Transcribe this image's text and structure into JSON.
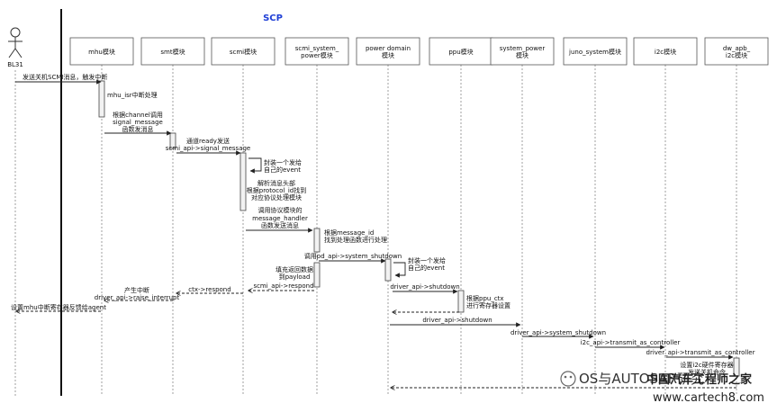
{
  "diagram": {
    "title": "SCP",
    "actor": {
      "label": "BL31"
    },
    "participants": [
      {
        "id": "mhu",
        "lines": [
          "mhu模块"
        ]
      },
      {
        "id": "smt",
        "lines": [
          "smt模块"
        ]
      },
      {
        "id": "scmi",
        "lines": [
          "scmi模块"
        ]
      },
      {
        "id": "scmi_power",
        "lines": [
          "scmi_system_",
          "power模块"
        ]
      },
      {
        "id": "power_domain",
        "lines": [
          "power domain",
          "模块"
        ]
      },
      {
        "id": "ppu",
        "lines": [
          "ppu模块"
        ]
      },
      {
        "id": "system_power",
        "lines": [
          "system_power",
          "模块"
        ]
      },
      {
        "id": "juno_system",
        "lines": [
          "juno_system模块"
        ]
      },
      {
        "id": "i2c",
        "lines": [
          "i2c模块"
        ]
      },
      {
        "id": "dw_apb",
        "lines": [
          "dw_apb_",
          "i2c模块"
        ]
      }
    ],
    "messages": [
      {
        "lines": [
          "发送关机SCMI消息，触发中断"
        ]
      },
      {
        "lines": [
          "mhu_isr中断处理"
        ]
      },
      {
        "lines": [
          "根据channel调用",
          "signal_message",
          "函数发消息"
        ]
      },
      {
        "lines": [
          "通道ready发送",
          "scmi_api->signal_message"
        ]
      },
      {
        "lines": [
          "封装一个发给",
          "自己的event"
        ]
      },
      {
        "lines": [
          "解析消息头部",
          "根据protocol_id找到",
          "对应协议处理模块"
        ]
      },
      {
        "lines": [
          "调用协议模块的",
          "message_handler",
          "函数发送消息"
        ]
      },
      {
        "lines": [
          "根据message_id",
          "找到处理函数进行处理"
        ]
      },
      {
        "lines": [
          "调用pd_api->system_shutdown"
        ]
      },
      {
        "lines": [
          "封装一个发给",
          "自己的event"
        ]
      },
      {
        "lines": [
          "填充返回数据",
          "到payload"
        ]
      },
      {
        "lines": [
          "scmi_api->respond"
        ]
      },
      {
        "lines": [
          "driver_api->shutdown"
        ]
      },
      {
        "lines": [
          "根据ppu_ctx",
          "进行寄存器设置"
        ]
      },
      {
        "lines": [
          "ctx->respond"
        ]
      },
      {
        "lines": [
          "产生中断",
          "driver_api->raise_interrupt"
        ]
      },
      {
        "lines": [
          "设置mhu中断寄存器反馈给agent"
        ]
      },
      {
        "lines": [
          "driver_api->shutdown"
        ]
      },
      {
        "lines": [
          "driver_api->system_shutdown"
        ]
      },
      {
        "lines": [
          "i2c_api->transmit_as_controller"
        ]
      },
      {
        "lines": [
          "driver_api->transmit_as_controller"
        ]
      },
      {
        "lines": [
          "设置i2c硬件寄存器",
          "发送关机命令"
        ]
      }
    ]
  },
  "watermark": {
    "account": "OS与AUTOSAR研究",
    "site_name": "中国汽车工程师之家",
    "site_url": "www.cartech8.com"
  },
  "colors": {
    "title": "#1f3fd6",
    "line": "#222222",
    "box_border": "#555555",
    "activation_fill": "#f2f2f2"
  }
}
